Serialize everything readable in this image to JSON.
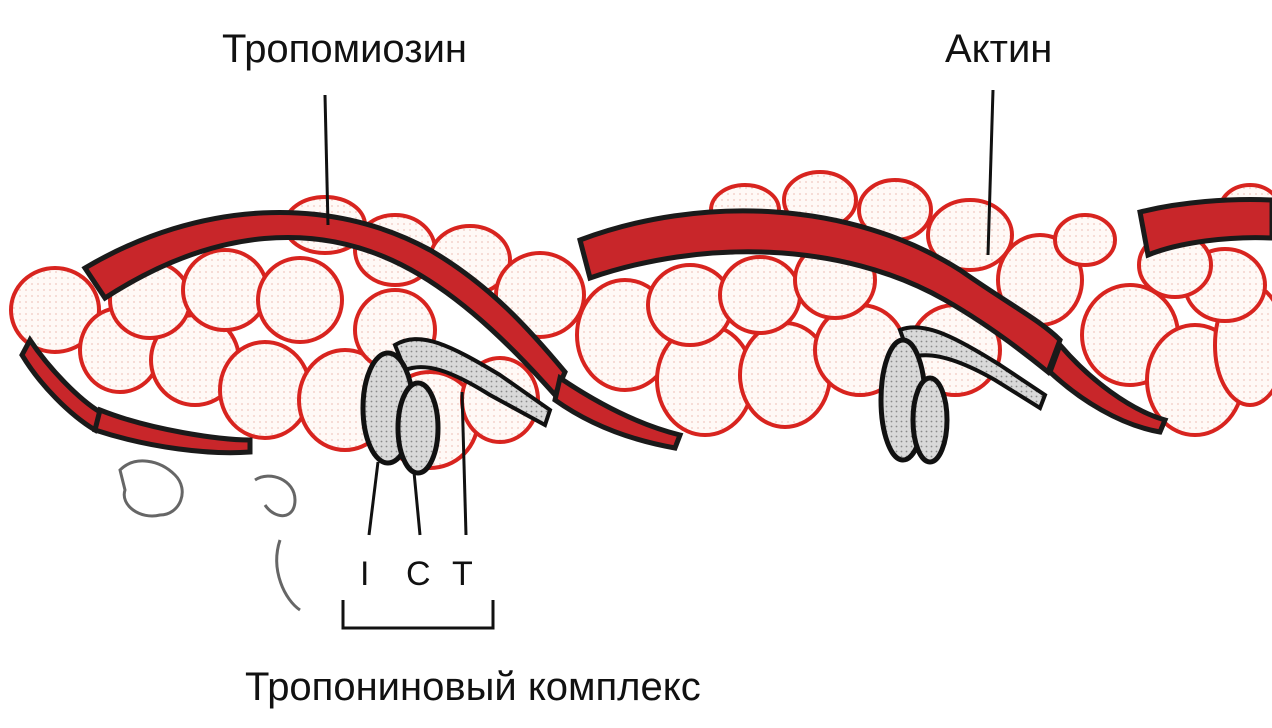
{
  "labels": {
    "tropomyosin": "Тропомиозин",
    "actin": "Актин",
    "troponin_i": "I",
    "troponin_c": "C",
    "troponin_t": "T",
    "troponin_complex": "Тропониновый комплекс"
  },
  "colors": {
    "actin_outline": "#d8241f",
    "tropomyosin_fill": "#c8262a",
    "outline": "#1a1a1a",
    "troponin_fill": "#cfcfcf"
  }
}
